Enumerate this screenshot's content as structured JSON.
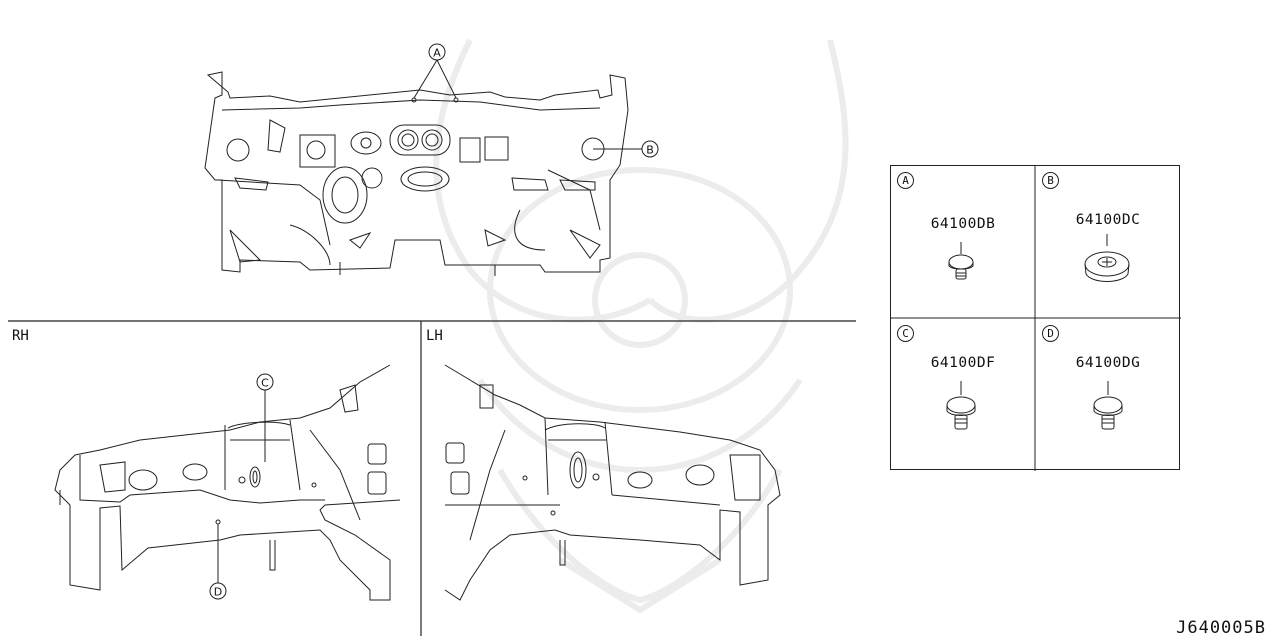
{
  "views": {
    "rh_label": "RH",
    "lh_label": "LH"
  },
  "callouts": {
    "a": "A",
    "b": "B",
    "c": "C",
    "d": "D"
  },
  "legend": {
    "cells": [
      {
        "letter": "A",
        "part_number": "64100DB"
      },
      {
        "letter": "B",
        "part_number": "64100DC"
      },
      {
        "letter": "C",
        "part_number": "64100DF"
      },
      {
        "letter": "D",
        "part_number": "64100DG"
      }
    ]
  },
  "figure_ref": "J640005B"
}
